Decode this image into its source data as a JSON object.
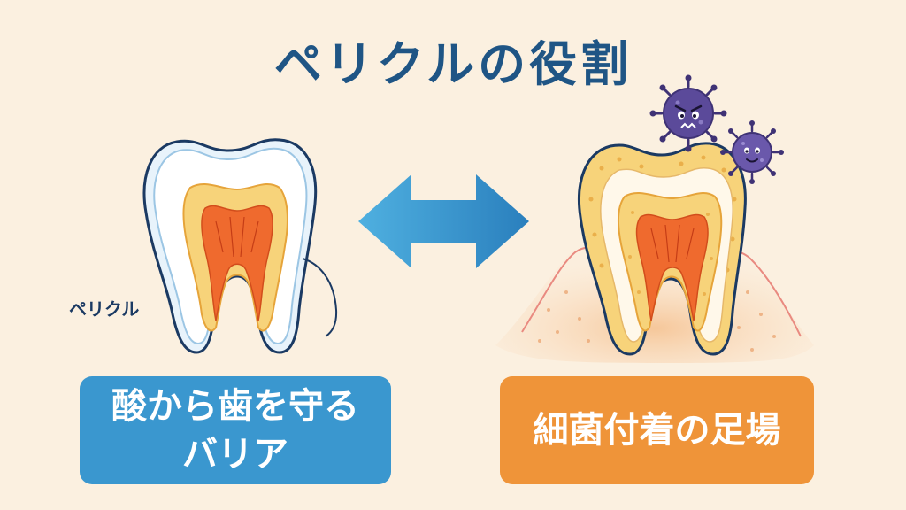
{
  "title": "ペリクルの役割",
  "pellicle_label": "ペリクル",
  "left_card": {
    "text": "酸から歯を守る\nバリア",
    "color": "#3a97cf"
  },
  "right_card": {
    "text": "細菌付着の足場",
    "color": "#ef9439"
  },
  "colors": {
    "background": "#fbf0e0",
    "title": "#1f5585",
    "arrow": "#3a97cf",
    "outline": "#1b3a63",
    "bacteria": "#5b4a9a"
  },
  "icons": [
    "healthy-tooth-icon",
    "double-arrow-icon",
    "plaque-tooth-icon",
    "bacteria-icon"
  ]
}
